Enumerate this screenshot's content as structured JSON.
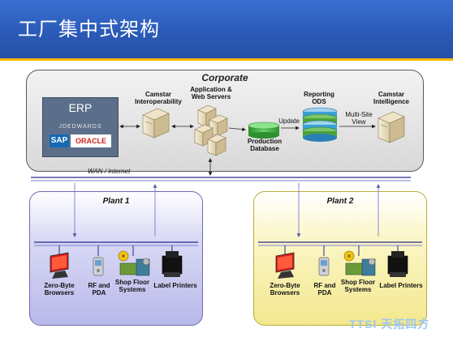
{
  "title": "工厂集中式架构",
  "corporate": {
    "title": "Corporate",
    "erp": {
      "title": "ERP",
      "jd_edwards": "JDEDWARDS",
      "sap": "SAP",
      "oracle": "ORACLE"
    },
    "interop": [
      "Camstar",
      "Interoperability"
    ],
    "app_web": [
      "Application &",
      "Web Servers"
    ],
    "prod_db": [
      "Production",
      "Database"
    ],
    "update": "Update",
    "reporting": [
      "Reporting",
      "ODS"
    ],
    "multisite": [
      "Multi-Site",
      "View"
    ],
    "intelligence": [
      "Camstar",
      "Intelligence"
    ]
  },
  "wan_label": "WAN / Internet",
  "plants": [
    {
      "title": "Plant 1",
      "devices": [
        {
          "label": [
            "Zero-Byte",
            "Browsers"
          ],
          "icon": "monitor-icon"
        },
        {
          "label": [
            "RF and",
            "PDA"
          ],
          "icon": "pda-icon"
        },
        {
          "label": [
            "Shop Floor",
            "Systems"
          ],
          "icon": "shop-floor-icon"
        },
        {
          "label": [
            "Label Printers"
          ],
          "icon": "printer-icon"
        }
      ]
    },
    {
      "title": "Plant 2",
      "devices": [
        {
          "label": [
            "Zero-Byte",
            "Browsers"
          ],
          "icon": "monitor-icon"
        },
        {
          "label": [
            "RF and",
            "PDA"
          ],
          "icon": "pda-icon"
        },
        {
          "label": [
            "Shop Floor",
            "Systems"
          ],
          "icon": "shop-floor-icon"
        },
        {
          "label": [
            "Label Printers"
          ],
          "icon": "printer-icon"
        }
      ]
    }
  ],
  "watermark": "TTSI 天拓四方",
  "colors": {
    "title_bar": "#2b5bb8",
    "accent_line": "#f2b800",
    "plant1_fill": "#c9c9ef",
    "plant2_fill": "#f6ecaa",
    "network_line": "#2a2a8c"
  }
}
